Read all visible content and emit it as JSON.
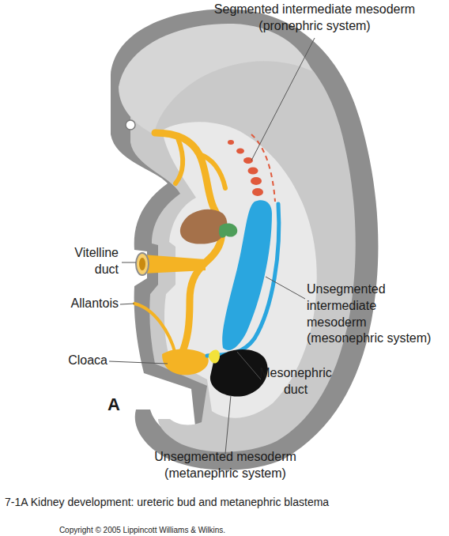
{
  "diagram": {
    "caption": "7-1A Kidney development: ureteric bud and metanephric blastema",
    "labels": [
      "Segmented intermediate mesoderm (pronephric system)",
      "Vitelline duct",
      "Unsegmented intermediate mesoderm (mesonephric system)",
      "Allantois",
      "Cloaca",
      "Mesonephric duct",
      "A",
      "Unsegmented mesoderm (metanephric system)",
      "Copyright © 2005 Lippincott Williams & Wilkins."
    ]
  }
}
